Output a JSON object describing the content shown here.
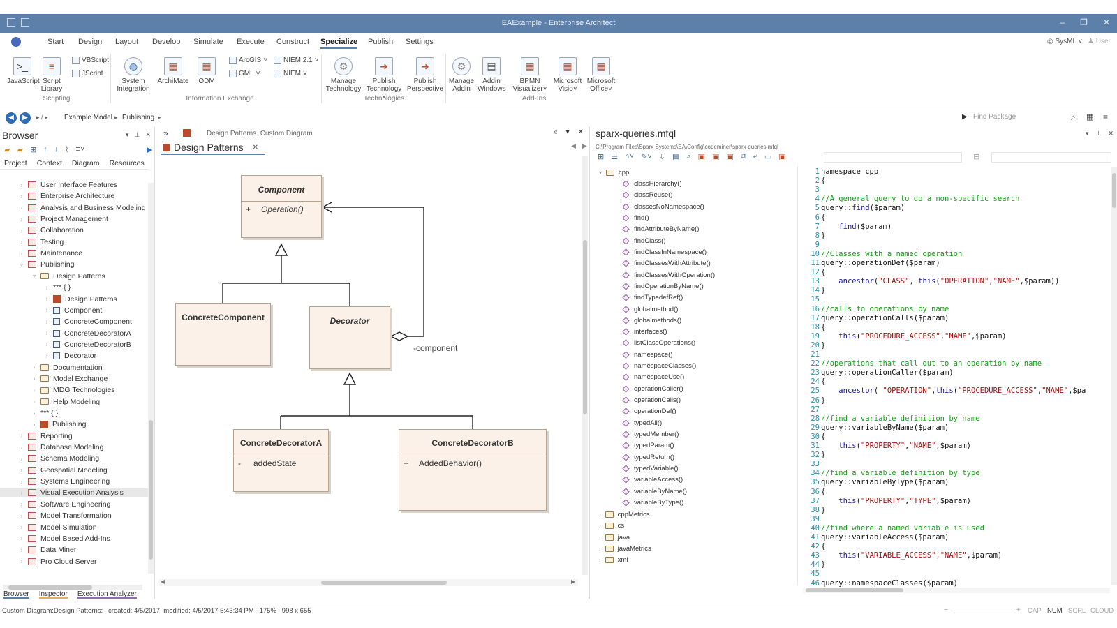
{
  "window": {
    "title": "EAExample - Enterprise Architect"
  },
  "menu": {
    "tabs": [
      "Start",
      "Design",
      "Layout",
      "Develop",
      "Simulate",
      "Execute",
      "Construct",
      "Specialize",
      "Publish",
      "Settings"
    ],
    "active": "Specialize",
    "right_items": [
      "SysML",
      "User"
    ]
  },
  "ribbon": {
    "scripting": {
      "group": "Scripting",
      "javascript": "JavaScript",
      "script_library_1": "Script",
      "script_library_2": "Library",
      "vbscript": "VBScript",
      "jscript": "JScript"
    },
    "info_exchange": {
      "group": "Information Exchange",
      "system_integration_1": "System",
      "system_integration_2": "Integration",
      "archimate": "ArchiMate",
      "odm": "ODM",
      "arcgis": "ArcGIS",
      "gml": "GML",
      "niem21": "NIEM 2.1",
      "niem": "NIEM"
    },
    "technologies": {
      "group": "Technologies",
      "manage_tech_1": "Manage",
      "manage_tech_2": "Technology",
      "publish_tech_1": "Publish",
      "publish_tech_2": "Technology",
      "publish_persp_1": "Publish",
      "publish_persp_2": "Perspective"
    },
    "addins": {
      "group": "Add-Ins",
      "manage_addin_1": "Manage",
      "manage_addin_2": "Addin",
      "addin_windows_1": "Addin",
      "addin_windows_2": "Windows",
      "bpmn_1": "BPMN",
      "bpmn_2": "Visualizer",
      "visio_1": "Microsoft",
      "visio_2": "Visio",
      "office_1": "Microsoft",
      "office_2": "Office"
    }
  },
  "address": {
    "path": [
      "Example Model",
      "Publishing"
    ],
    "search_placeholder": "Find Package"
  },
  "browser": {
    "title": "Browser",
    "tabs": [
      "Project",
      "Context",
      "Diagram",
      "Resources"
    ],
    "bottom_tabs": [
      "Browser",
      "Inspector",
      "Execution Analyzer"
    ],
    "items": [
      {
        "label": "User Interface Features",
        "icon": "package-icon",
        "level": 0
      },
      {
        "label": "Enterprise Architecture",
        "icon": "package-icon",
        "level": 0
      },
      {
        "label": "Analysis and Business Modeling",
        "icon": "package-icon",
        "level": 0
      },
      {
        "label": "Project Management",
        "icon": "package-icon",
        "level": 0
      },
      {
        "label": "Collaboration",
        "icon": "package-icon",
        "level": 0
      },
      {
        "label": "Testing",
        "icon": "package-icon",
        "level": 0
      },
      {
        "label": "Maintenance",
        "icon": "package-icon",
        "level": 0
      },
      {
        "label": "Publishing",
        "icon": "package-icon",
        "level": 0
      },
      {
        "label": "Design Patterns",
        "icon": "folder-icon",
        "level": 1
      },
      {
        "label": "*** { }",
        "icon": "none",
        "level": 2
      },
      {
        "label": "Design Patterns",
        "icon": "diagram-icon",
        "level": 2
      },
      {
        "label": "Component",
        "icon": "class-icon",
        "level": 2
      },
      {
        "label": "ConcreteComponent",
        "icon": "class-icon",
        "level": 2
      },
      {
        "label": "ConcreteDecoratorA",
        "icon": "class-icon",
        "level": 2
      },
      {
        "label": "ConcreteDecoratorB",
        "icon": "class-icon",
        "level": 2
      },
      {
        "label": "Decorator",
        "icon": "class-icon",
        "level": 2
      },
      {
        "label": "Documentation",
        "icon": "folder-icon",
        "level": 1
      },
      {
        "label": "Model Exchange",
        "icon": "folder-icon",
        "level": 1
      },
      {
        "label": "MDG Technologies",
        "icon": "folder-icon",
        "level": 1
      },
      {
        "label": "Help Modeling",
        "icon": "folder-icon",
        "level": 1
      },
      {
        "label": "*** { }",
        "icon": "none",
        "level": 1
      },
      {
        "label": "Publishing",
        "icon": "diagram-icon",
        "level": 1
      },
      {
        "label": "Reporting",
        "icon": "package-icon",
        "level": 0
      },
      {
        "label": "Database Modeling",
        "icon": "package-icon",
        "level": 0
      },
      {
        "label": "Schema Modeling",
        "icon": "package-icon",
        "level": 0
      },
      {
        "label": "Geospatial Modeling",
        "icon": "package-icon",
        "level": 0
      },
      {
        "label": "Systems Engineering",
        "icon": "package-icon",
        "level": 0
      },
      {
        "label": "Visual Execution Analysis",
        "icon": "package-icon",
        "level": 0
      },
      {
        "label": "Software Engineering",
        "icon": "package-icon",
        "level": 0
      },
      {
        "label": "Model Transformation",
        "icon": "package-icon",
        "level": 0
      },
      {
        "label": "Model Simulation",
        "icon": "package-icon",
        "level": 0
      },
      {
        "label": "Model Based Add-Ins",
        "icon": "package-icon",
        "level": 0
      },
      {
        "label": "Data Miner",
        "icon": "package-icon",
        "level": 0
      },
      {
        "label": "Pro Cloud Server",
        "icon": "package-icon",
        "level": 0
      }
    ]
  },
  "diagram": {
    "breadcrumb": "Design Patterns.  Custom Diagram",
    "tab_title": "Design Patterns",
    "classes": {
      "component": {
        "name": "Component",
        "op_visibility": "+",
        "operation": "Operation()"
      },
      "concrete_component": {
        "name": "ConcreteComponent"
      },
      "decorator": {
        "name": "Decorator"
      },
      "decorator_a": {
        "name": "ConcreteDecoratorA",
        "visibility": "-",
        "attribute": "addedState"
      },
      "decorator_b": {
        "name": "ConcreteDecoratorB",
        "visibility": "+",
        "operation": "AddedBehavior()"
      }
    },
    "association_label": "-component"
  },
  "queries": {
    "file": "sparx-queries.mfql",
    "path": "C:\\Program Files\\Sparx Systems\\EA\\Config\\codeminer\\sparx-queries.mfql",
    "root_folder": "cpp",
    "methods": [
      "classHierarchy()",
      "classReuse()",
      "classesNoNamespace()",
      "find()",
      "findAttributeByName()",
      "findClass()",
      "findClassInNamespace()",
      "findClassesWithAttribute()",
      "findClassesWithOperation()",
      "findOperationByName()",
      "findTypedefRef()",
      "globalmethod()",
      "globalmethods()",
      "interfaces()",
      "listClassOperations()",
      "namespace()",
      "namespaceClasses()",
      "namespaceUse()",
      "operationCaller()",
      "operationCalls()",
      "operationDef()",
      "typedAll()",
      "typedMember()",
      "typedParam()",
      "typedReturn()",
      "typedVariable()",
      "variableAccess()",
      "variableByName()",
      "variableByType()"
    ],
    "other_folders": [
      "cppMetrics",
      "cs",
      "java",
      "javaMetrics",
      "xml"
    ]
  },
  "code": {
    "lines": [
      "namespace cpp",
      "{",
      "",
      "//A general query to do a non-specific search",
      "query::find($param)",
      "{",
      "    find($param)",
      "}",
      "",
      "//Classes with a named operation",
      "query::operationDef($param)",
      "{",
      "    ancestor(\"CLASS\", this(\"OPERATION\",\"NAME\",$param))",
      "}",
      "",
      "//calls to operations by name",
      "query::operationCalls($param)",
      "{",
      "    this(\"PROCEDURE_ACCESS\",\"NAME\",$param)",
      "}",
      "",
      "//operations that call out to an operation by name",
      "query::operationCaller($param)",
      "{",
      "    ancestor( \"OPERATION\",this(\"PROCEDURE_ACCESS\",\"NAME\",$pa",
      "}",
      "",
      "//find a variable definition by name",
      "query::variableByName($param)",
      "{",
      "    this(\"PROPERTY\",\"NAME\",$param)",
      "}",
      "",
      "//find a variable definition by type",
      "query::variableByType($param)",
      "{",
      "    this(\"PROPERTY\",\"TYPE\",$param)",
      "}",
      "",
      "//find where a named variable is used",
      "query::variableAccess($param)",
      "{",
      "    this(\"VARIABLE_ACCESS\",\"NAME\",$param)",
      "}",
      "",
      "query::namespaceClasses($param)"
    ]
  },
  "status": {
    "info": "Custom Diagram:Design Patterns:   created: 4/5/2017  modified: 4/5/2017 5:43:34 PM   175%   998 x 655",
    "indicators": [
      "CAP",
      "NUM",
      "SCRL",
      "CLOUD"
    ]
  },
  "colors": {
    "title_bar": "#5d80aa",
    "class_fill": "#fbf1e8",
    "comment": "#19a019",
    "link_blue": "#2d6db5"
  }
}
